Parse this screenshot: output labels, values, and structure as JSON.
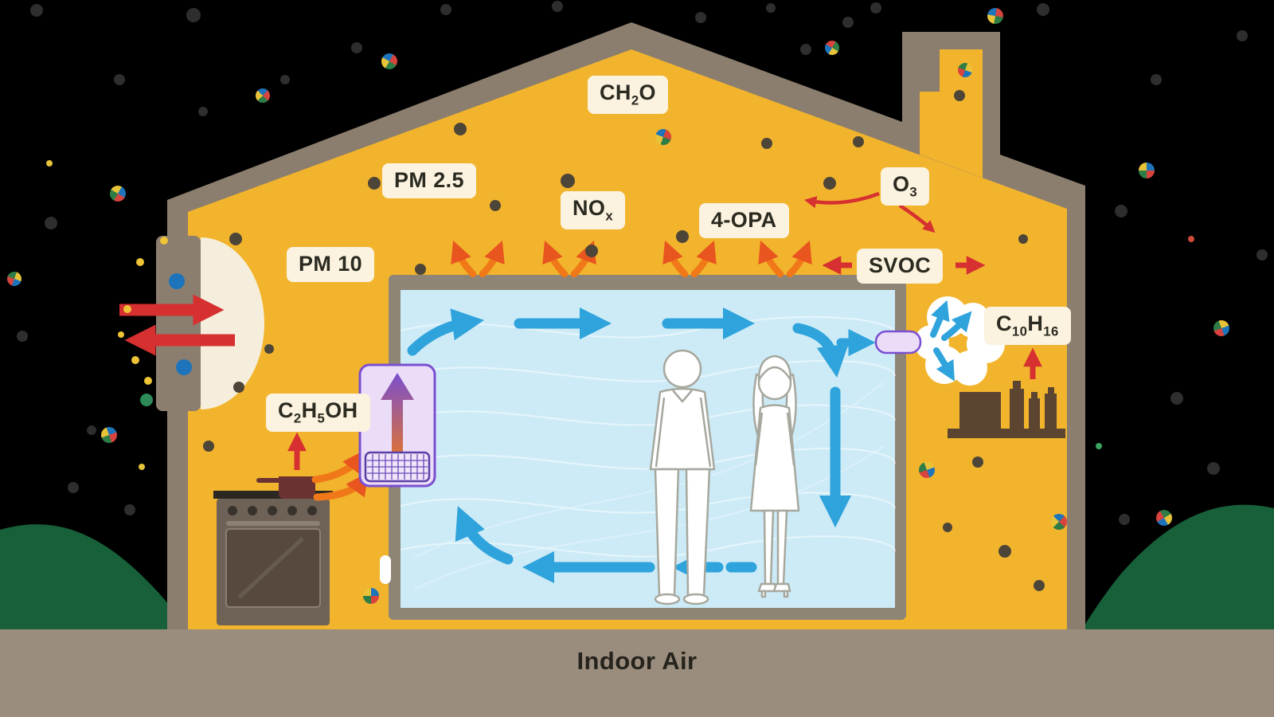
{
  "title": {
    "text": "Indoor Air"
  },
  "labels": {
    "ch2o": {
      "p1": "CH",
      "s1": "2",
      "p2": "O"
    },
    "pm25": {
      "text": "PM 2.5"
    },
    "nox": {
      "p1": "NO",
      "s1": "x"
    },
    "opa": {
      "text": "4-OPA"
    },
    "o3": {
      "p1": "O",
      "s1": "3"
    },
    "pm10": {
      "text": "PM 10"
    },
    "svoc": {
      "text": "SVOC"
    },
    "c10h16": {
      "p1": "C",
      "s1": "10",
      "p2": "H",
      "s2": "16"
    },
    "c2h5oh": {
      "p1": "C",
      "s1": "2",
      "p2": "H",
      "s2": "5",
      "p3": "OH"
    }
  },
  "colors": {
    "sky": "#000000",
    "ground": "#9A8D7E",
    "hill": "#17603A",
    "house_wall": "#8B7E6F",
    "house_fill": "#F2B42C",
    "label_bg": "#FBF3DF",
    "label_text": "#2B2A21",
    "room_frame": "#8F8577",
    "room_fill": "#CDEBF7",
    "arrow_blue": "#2FA3DB",
    "arrow_red": "#D63031",
    "arrow_orange": "#F07818",
    "purifier_fill": "#EBDDF7",
    "purifier_stroke": "#7A4FD0",
    "container_brown": "#5B4530",
    "figure_stroke": "#A6A89E",
    "sky_dot": "#2E2E2E",
    "house_dot": "#4D4538",
    "pie_red": "#D7443E",
    "pie_green": "#2E7D46",
    "pie_yellow": "#E8C33A",
    "pie_blue": "#1D74BB"
  },
  "particles": {
    "sky_dots": [
      [
        46,
        13,
        8
      ],
      [
        243,
        19,
        9
      ],
      [
        150,
        100,
        7
      ],
      [
        64,
        280,
        8
      ],
      [
        28,
        422,
        7
      ],
      [
        92,
        612,
        7
      ],
      [
        163,
        640,
        7
      ],
      [
        115,
        540,
        6
      ],
      [
        448,
        60,
        7
      ],
      [
        560,
        12,
        7
      ],
      [
        700,
        8,
        7
      ],
      [
        880,
        22,
        7
      ],
      [
        1012,
        62,
        7
      ],
      [
        1065,
        28,
        7
      ],
      [
        1100,
        10,
        7
      ],
      [
        968,
        10,
        6
      ],
      [
        358,
        100,
        6
      ],
      [
        255,
        140,
        6
      ],
      [
        1310,
        12,
        8
      ],
      [
        1452,
        100,
        7
      ],
      [
        1560,
        45,
        7
      ],
      [
        1408,
        265,
        8
      ],
      [
        1478,
        500,
        8
      ],
      [
        1524,
        588,
        8
      ],
      [
        1412,
        652,
        7
      ],
      [
        1585,
        320,
        7
      ]
    ],
    "house_dots": [
      [
        296,
        300,
        8
      ],
      [
        470,
        230,
        8
      ],
      [
        578,
        162,
        8
      ],
      [
        713,
        227,
        9
      ],
      [
        743,
        315,
        8
      ],
      [
        857,
        297,
        8
      ],
      [
        963,
        180,
        7
      ],
      [
        1042,
        230,
        8
      ],
      [
        528,
        338,
        7
      ],
      [
        622,
        258,
        7
      ],
      [
        1078,
        178,
        7
      ],
      [
        748,
        124,
        7
      ],
      [
        1205,
        120,
        7
      ],
      [
        1228,
        580,
        7
      ],
      [
        1262,
        692,
        8
      ],
      [
        1305,
        735,
        7
      ],
      [
        300,
        486,
        7
      ],
      [
        262,
        560,
        7
      ],
      [
        1190,
        662,
        6
      ],
      [
        338,
        438,
        6
      ],
      [
        1285,
        300,
        6
      ]
    ],
    "pies": [
      [
        489,
        77,
        10,
        30
      ],
      [
        148,
        243,
        10,
        120
      ],
      [
        18,
        350,
        9,
        200
      ],
      [
        137,
        546,
        10,
        70
      ],
      [
        1250,
        20,
        10,
        10
      ],
      [
        1440,
        214,
        10,
        90
      ],
      [
        1534,
        412,
        10,
        160
      ],
      [
        1462,
        650,
        10,
        240
      ],
      [
        1045,
        60,
        9,
        300
      ],
      [
        330,
        120,
        9,
        45
      ],
      [
        833,
        172,
        10,
        20
      ],
      [
        466,
        748,
        10,
        90
      ],
      [
        1164,
        590,
        10,
        160
      ],
      [
        1330,
        655,
        10,
        45
      ],
      [
        1212,
        88,
        9,
        200
      ]
    ],
    "color_dots": [
      [
        176,
        329,
        5,
        "#F0C437"
      ],
      [
        160,
        388,
        5,
        "#F0C437"
      ],
      [
        170,
        452,
        5,
        "#F0C437"
      ],
      [
        186,
        478,
        5,
        "#F0C437"
      ],
      [
        206,
        302,
        5,
        "#F0C437"
      ],
      [
        152,
        420,
        4,
        "#F0C437"
      ],
      [
        222,
        353,
        10,
        "#1D74BB"
      ],
      [
        231,
        461,
        10,
        "#1D74BB"
      ],
      [
        184,
        502,
        8,
        "#2E8B57"
      ],
      [
        62,
        205,
        4,
        "#E8C33A"
      ],
      [
        178,
        586,
        4,
        "#E8C33A"
      ],
      [
        1496,
        300,
        4,
        "#D14A3A"
      ],
      [
        1380,
        560,
        4,
        "#3BA55D"
      ]
    ]
  }
}
